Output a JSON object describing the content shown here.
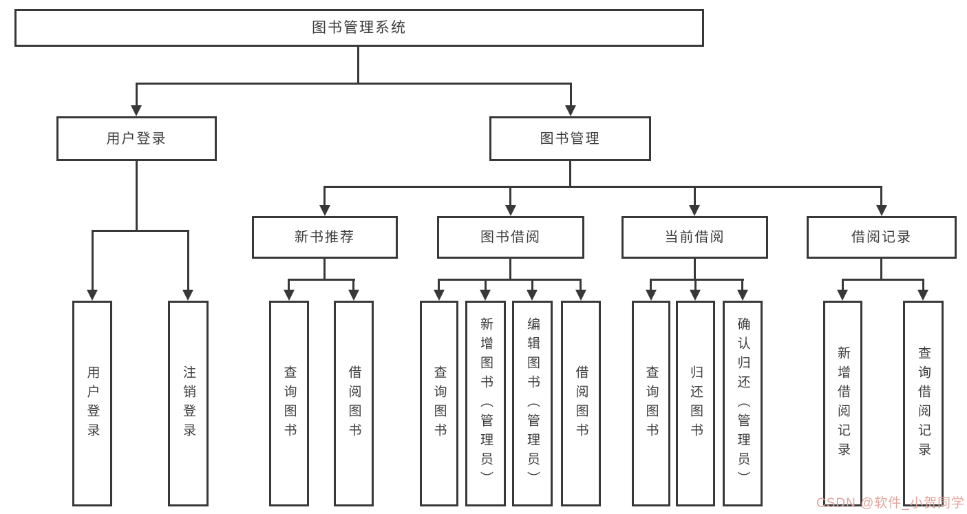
{
  "diagram": {
    "root": "图书管理系统",
    "level2": [
      "用户登录",
      "图书管理"
    ],
    "level3": [
      "新书推荐",
      "图书借阅",
      "当前借阅",
      "借阅记录"
    ],
    "leaves": [
      "用户登录",
      "注销登录",
      "查询图书",
      "借阅图书",
      "查询图书",
      "新增图书（管理员）",
      "编辑图书（管理员）",
      "借阅图书",
      "查询图书",
      "归还图书",
      "确认归还（管理员）",
      "新增借阅记录",
      "查询借阅记录"
    ]
  },
  "watermark": {
    "text": "CSDN @软件_小贺同学"
  },
  "colors": {
    "line": "#383838",
    "text": "#3d3d3d",
    "box_background": "#ffffff",
    "watermark": "#e3a59e"
  }
}
